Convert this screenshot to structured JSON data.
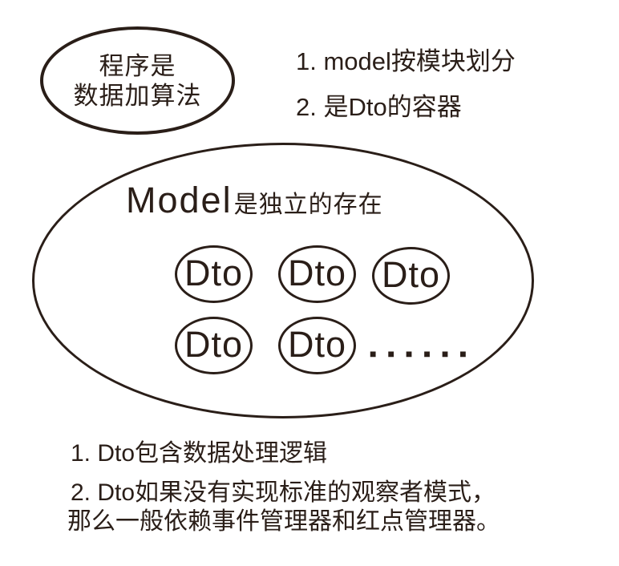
{
  "colors": {
    "ink": "#2a1e18",
    "background": "#ffffff"
  },
  "program_ellipse": {
    "line1": "程序是",
    "line2": "数据加算法"
  },
  "model_notes": {
    "item1": "1. model按模块划分",
    "item2": "2. 是Dto的容器"
  },
  "model_group": {
    "title_latin": "Model",
    "title_zh": "是独立的存在",
    "dtos": [
      "Dto",
      "Dto",
      "Dto",
      "Dto",
      "Dto"
    ],
    "more_dots": "■■■■■■"
  },
  "dto_notes": {
    "line1": "1. Dto包含数据处理逻辑",
    "line2": "2. Dto如果没有实现标准的观察者模式，",
    "line3": "那么一般依赖事件管理器和红点管理器。"
  }
}
